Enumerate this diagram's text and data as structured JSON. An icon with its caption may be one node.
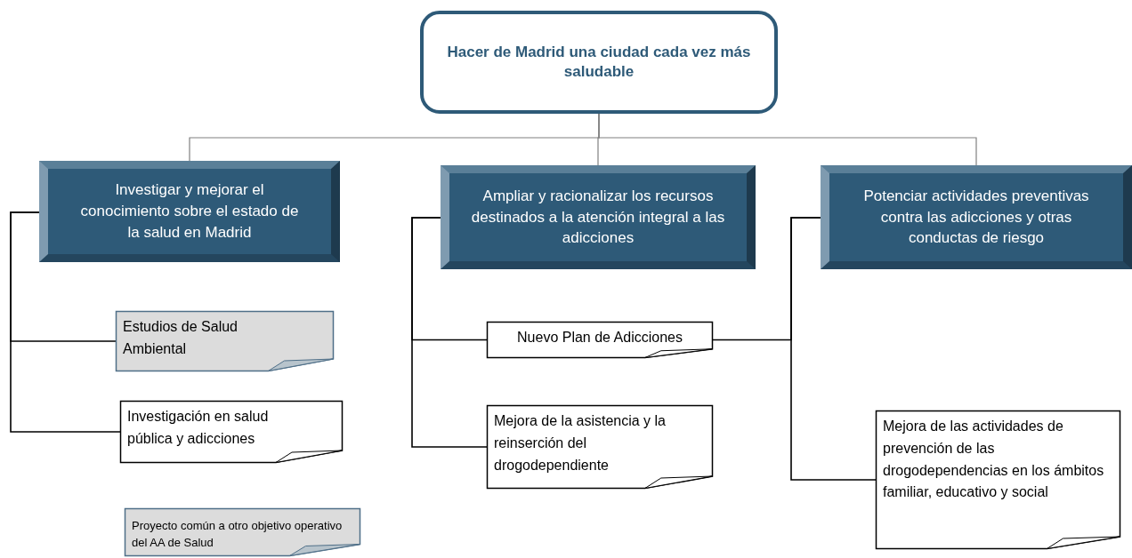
{
  "diagram": {
    "nodes": [
      {
        "text": [
          "Hacer de Madrid una ciudad cada vez más saludable"
        ]
      },
      {
        "text": [
          "Investigar y mejorar el conocimiento sobre el estado de la salud en Madrid"
        ]
      },
      {
        "text": [
          "Ampliar y racionalizar los recursos destinados a la atención integral a las adicciones"
        ]
      },
      {
        "text": [
          "Potenciar actividades preventivas contra las adicciones y otras conductas de riesgo"
        ]
      },
      {
        "text": [
          "Estudios de Salud Ambiental"
        ]
      },
      {
        "text": [
          "Investigación en salud pública y adicciones"
        ]
      },
      {
        "text": [
          "Nuevo Plan de Adicciones"
        ]
      },
      {
        "text": [
          "Mejora de la asistencia y la reinserción del drogodependiente"
        ]
      },
      {
        "text": [
          "Mejora de las actividades de prevención de las drogodependencias en los ámbitos familiar, educativo y social"
        ]
      }
    ],
    "edges": [
      {
        "from": 0,
        "to": 1,
        "arrow": "none",
        "color": "#808080"
      },
      {
        "from": 0,
        "to": 2,
        "arrow": "none",
        "color": "#808080"
      },
      {
        "from": 0,
        "to": 3,
        "arrow": "none",
        "color": "#808080"
      },
      {
        "from": 1,
        "to": 4,
        "arrow": "none"
      },
      {
        "from": 1,
        "to": 5,
        "arrow": "none"
      },
      {
        "from": 2,
        "to": 6,
        "arrow": "none"
      },
      {
        "from": 2,
        "to": 7,
        "arrow": "none"
      },
      {
        "from": 3,
        "to": 6,
        "arrow": "none"
      },
      {
        "from": 3,
        "to": 8,
        "arrow": "none"
      }
    ],
    "legend": [
      {
        "text": "Proyecto común a otro objetivo operativo del AA de Salud",
        "color": "#dcdcdc"
      }
    ]
  }
}
